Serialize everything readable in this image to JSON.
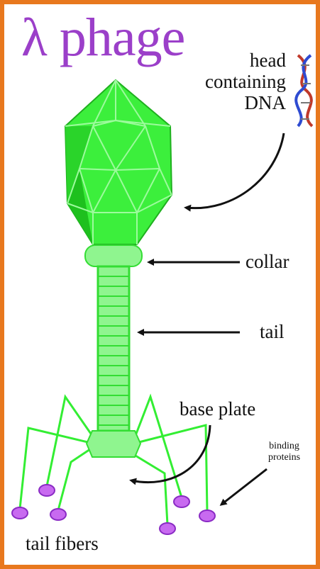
{
  "title": "λ phage",
  "labels": {
    "head": [
      "head",
      "containing",
      "DNA"
    ],
    "collar": "collar",
    "tail": "tail",
    "base_plate": "base plate",
    "binding_proteins": [
      "binding",
      "proteins"
    ],
    "tail_fibers": "tail fibers"
  },
  "colors": {
    "frame": "#e8781e",
    "title": "#9b3fc9",
    "phage_green": "#33ee33",
    "phage_green_dark": "#1ec81e",
    "fiber_tip": "#b44de0"
  }
}
